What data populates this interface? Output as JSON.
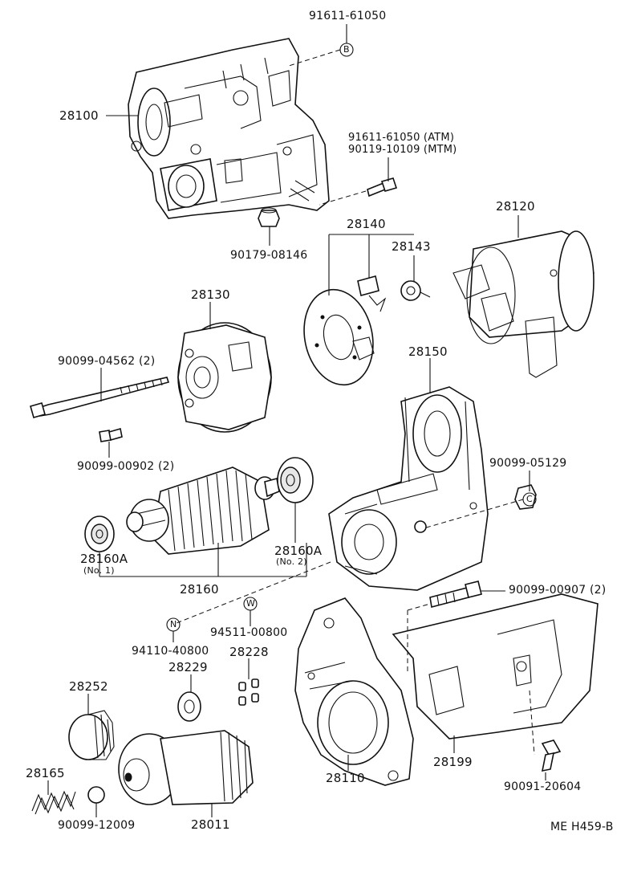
{
  "diagram": {
    "code": "ME H459-B",
    "parts": {
      "p28100": "28100",
      "p91611_61050": "91611-61050",
      "ref_b": "B",
      "p91611_atm": "91611-61050 (ATM)",
      "p90119_mtm": "90119-10109 (MTM)",
      "p90179": "90179-08146",
      "p28140": "28140",
      "p28143": "28143",
      "p28120": "28120",
      "p28130": "28130",
      "p90099_04562": "90099-04562 (2)",
      "p90099_00902": "90099-00902 (2)",
      "p28150": "28150",
      "p90099_05129": "90099-05129",
      "ref_c": "C",
      "p28160a_1": "28160A",
      "p28160a_1_sub": "(No. 1)",
      "p28160a_2": "28160A",
      "p28160a_2_sub": "(No. 2)",
      "p28160": "28160",
      "p90099_00907": "90099-00907 (2)",
      "ref_w": "W",
      "ref_n": "N",
      "p94511": "94511-00800",
      "p94110": "94110-40800",
      "p28228": "28228",
      "p28229": "28229",
      "p28252": "28252",
      "p28165": "28165",
      "p90099_12009": "90099-12009",
      "p28011": "28011",
      "p28110": "28110",
      "p28199": "28199",
      "p90091": "90091-20604"
    }
  }
}
